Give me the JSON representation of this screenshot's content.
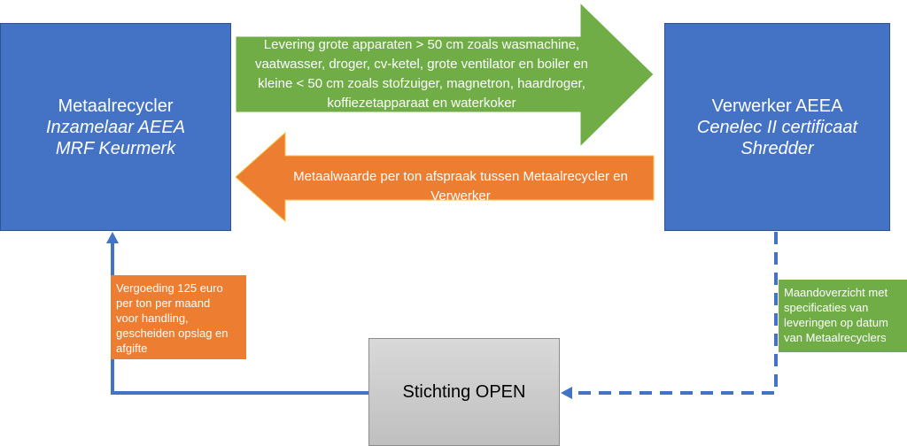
{
  "colors": {
    "blue": "#4472c4",
    "green": "#70ad47",
    "orange": "#ed7d31",
    "grey": "#d9d9d9",
    "connector": "#4472c4"
  },
  "metaalrecycler": {
    "title": "Metaalrecycler",
    "line1": "Inzamelaar AEEA",
    "line2": "MRF Keurmerk"
  },
  "verwerker": {
    "title": "Verwerker AEEA",
    "line1": "Cenelec II certificaat",
    "line2": "Shredder"
  },
  "stichting": {
    "title": "Stichting OPEN"
  },
  "green_arrow": {
    "lines": [
      "Levering grote apparaten > 50 cm zoals wasmachine,",
      "vaatwasser, droger, cv-ketel, grote ventilator en boiler  en",
      "kleine < 50 cm zoals stofzuiger, magnetron, haardroger,",
      "koffiezetapparaat en waterkoker"
    ]
  },
  "orange_arrow": {
    "text": "Metaalwaarde per ton afspraak tussen Metaalrecycler en Verwerker"
  },
  "note_orange": {
    "lines": [
      "Vergoeding 125 euro",
      "per ton per maand",
      "voor handling,",
      "gescheiden opslag en",
      "afgifte"
    ]
  },
  "note_green": {
    "lines": [
      "Maandoverzicht met",
      "specificaties van",
      "leveringen op datum",
      "van Metaalrecyclers"
    ]
  }
}
